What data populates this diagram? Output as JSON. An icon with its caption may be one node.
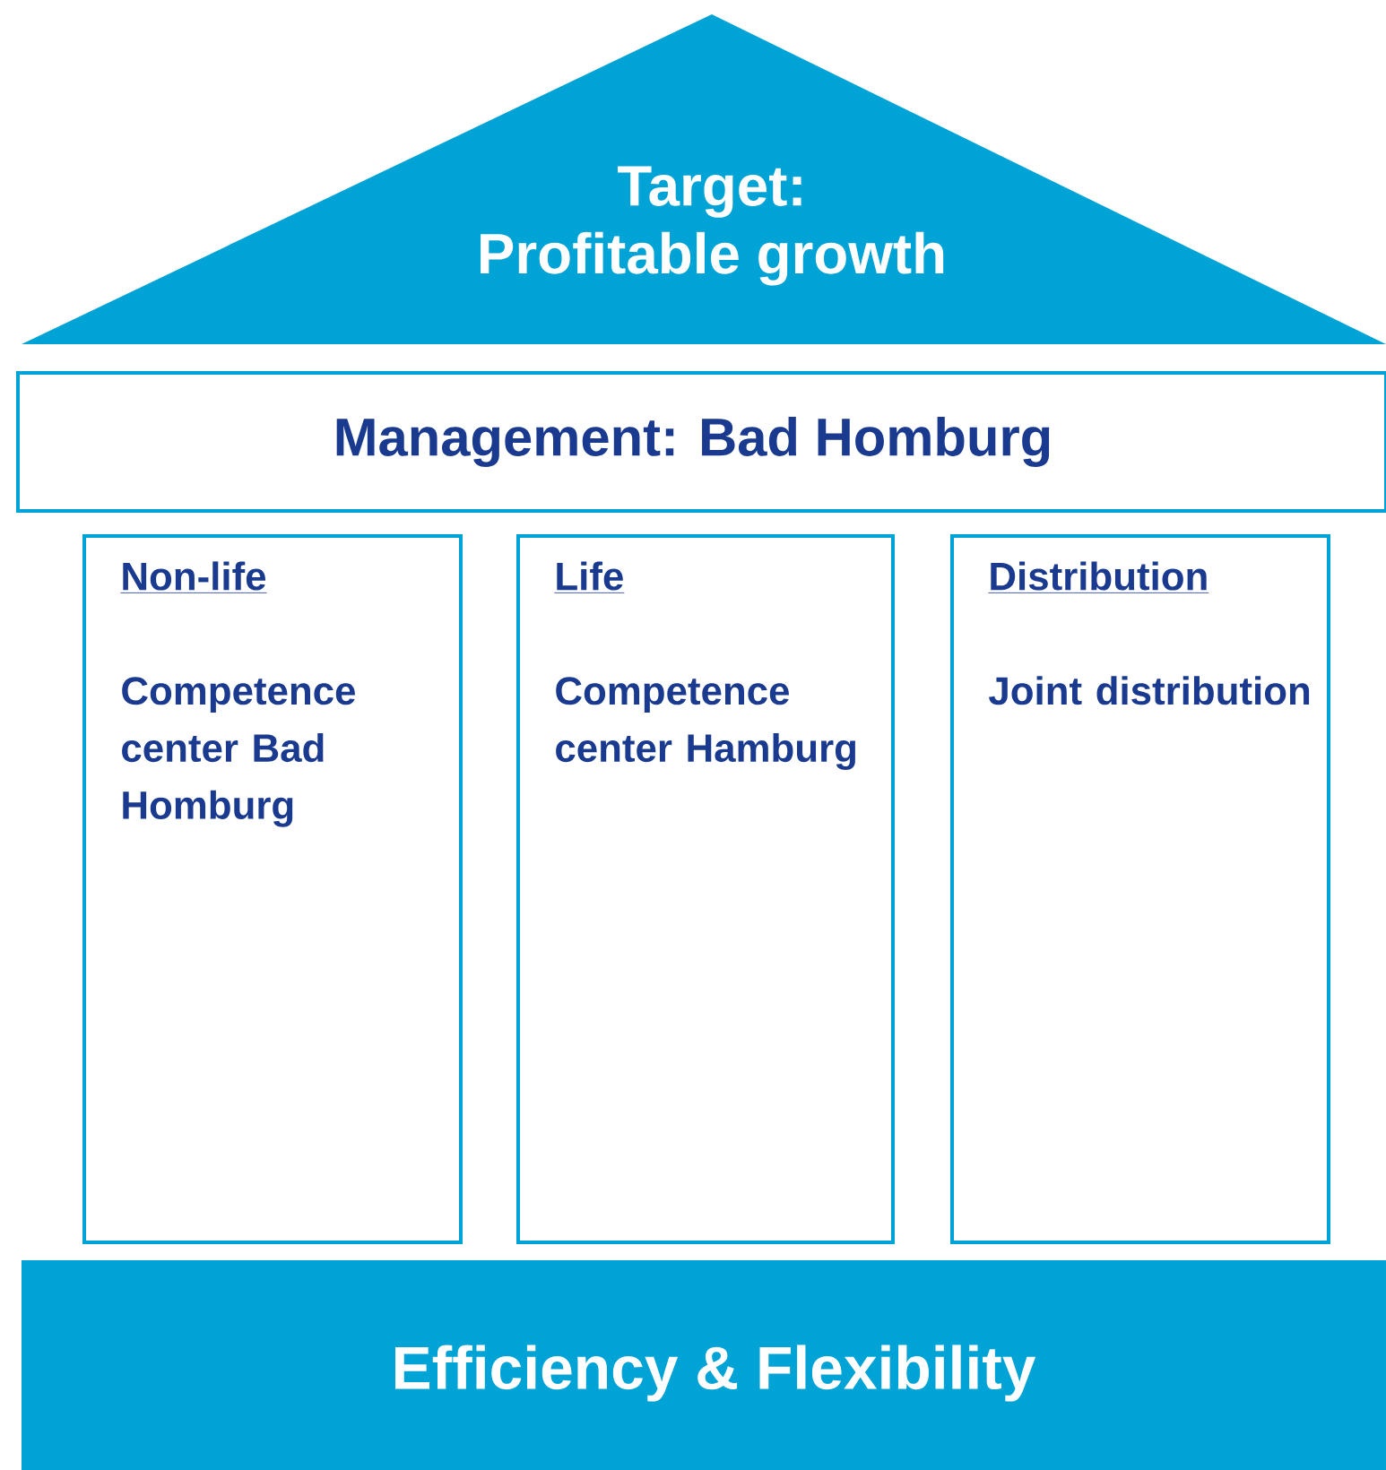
{
  "diagram": {
    "nodes": [
      {
        "text": [
          "Target:",
          "Profitable growth"
        ]
      },
      {
        "text": [
          "Management: Bad Homburg"
        ]
      },
      {
        "text": [
          "Non-life",
          "Competence center Bad Homburg"
        ]
      },
      {
        "text": [
          "Life",
          "Competence center Hamburg"
        ]
      },
      {
        "text": [
          "Distribution",
          "Joint distribution"
        ]
      },
      {
        "text": [
          "Efficiency & Flexibility"
        ]
      }
    ]
  }
}
